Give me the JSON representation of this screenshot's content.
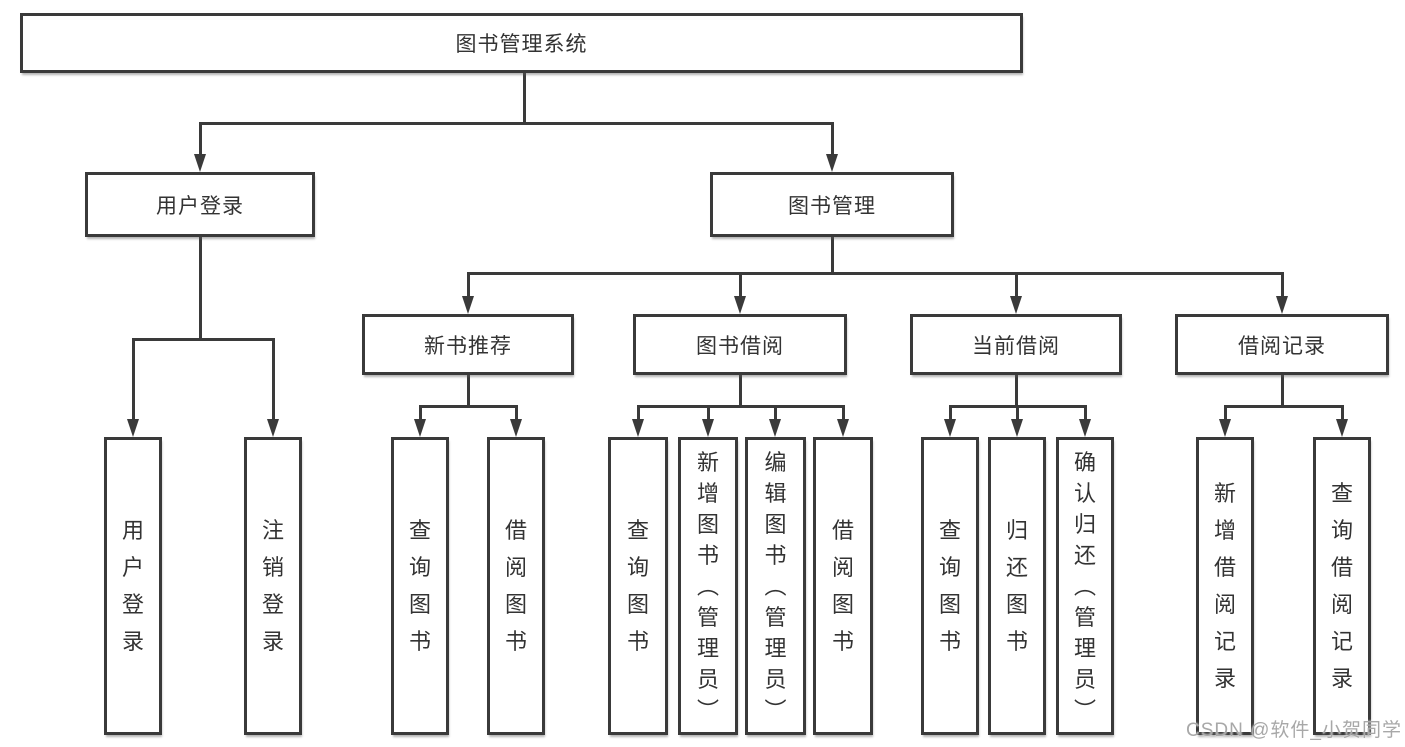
{
  "diagram": {
    "title": "图书管理系统",
    "nodes": [
      {
        "id": "root",
        "label": "图书管理系统",
        "level": 1,
        "parent": null
      },
      {
        "id": "user-login",
        "label": "用户登录",
        "level": 2,
        "parent": "root"
      },
      {
        "id": "book-mgmt",
        "label": "图书管理",
        "level": 2,
        "parent": "root"
      },
      {
        "id": "new-book-rec",
        "label": "新书推荐",
        "level": 3,
        "parent": "book-mgmt"
      },
      {
        "id": "book-borrow",
        "label": "图书借阅",
        "level": 3,
        "parent": "book-mgmt"
      },
      {
        "id": "current-borrow",
        "label": "当前借阅",
        "level": 3,
        "parent": "book-mgmt"
      },
      {
        "id": "borrow-records",
        "label": "借阅记录",
        "level": 3,
        "parent": "book-mgmt"
      },
      {
        "id": "leaf-user-login",
        "label": "用户登录",
        "level": 4,
        "parent": "user-login"
      },
      {
        "id": "leaf-logout",
        "label": "注销登录",
        "level": 4,
        "parent": "user-login"
      },
      {
        "id": "leaf-query-books-1",
        "label": "查询图书",
        "level": 4,
        "parent": "new-book-rec"
      },
      {
        "id": "leaf-borrow-books-1",
        "label": "借阅图书",
        "level": 4,
        "parent": "new-book-rec"
      },
      {
        "id": "leaf-query-books-2",
        "label": "查询图书",
        "level": 4,
        "parent": "book-borrow"
      },
      {
        "id": "leaf-add-books",
        "label": "新增图书（管理员）",
        "level": 4,
        "parent": "book-borrow"
      },
      {
        "id": "leaf-edit-books",
        "label": "编辑图书（管理员）",
        "level": 4,
        "parent": "book-borrow"
      },
      {
        "id": "leaf-borrow-books-2",
        "label": "借阅图书",
        "level": 4,
        "parent": "book-borrow"
      },
      {
        "id": "leaf-query-books-3",
        "label": "查询图书",
        "level": 4,
        "parent": "current-borrow"
      },
      {
        "id": "leaf-return-books",
        "label": "归还图书",
        "level": 4,
        "parent": "current-borrow"
      },
      {
        "id": "leaf-confirm-return",
        "label": "确认归还（管理员）",
        "level": 4,
        "parent": "current-borrow"
      },
      {
        "id": "leaf-add-borrow-record",
        "label": "新增借阅记录",
        "level": 4,
        "parent": "borrow-records"
      },
      {
        "id": "leaf-query-borrow-record",
        "label": "查询借阅记录",
        "level": 4,
        "parent": "borrow-records"
      }
    ]
  },
  "colors": {
    "line": "#3a3a3a",
    "box_border": "#3a3a3a",
    "box_fill": "#ffffff",
    "text": "#333333",
    "watermark": "#a8a8a8"
  },
  "watermark": {
    "text": "CSDN @软件_小贺同学"
  }
}
